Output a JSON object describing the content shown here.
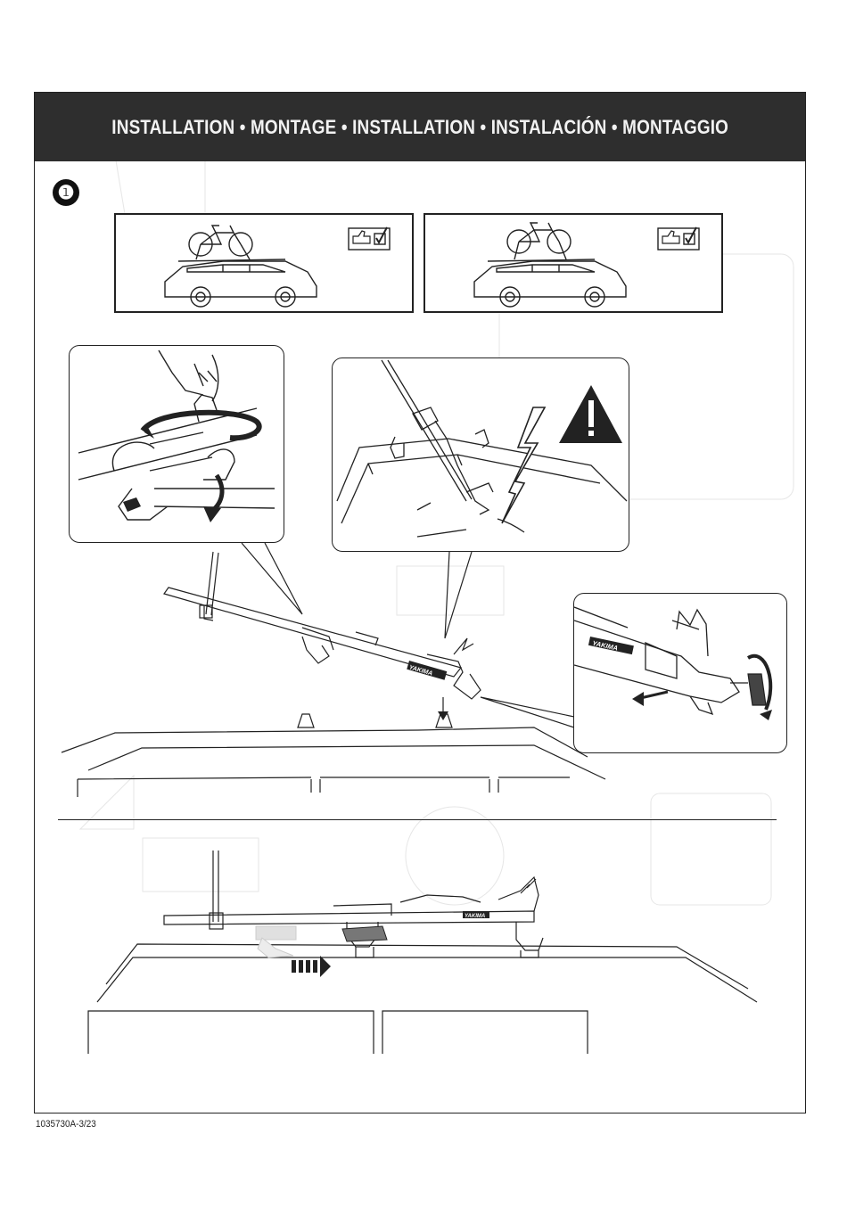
{
  "header": {
    "title": "INSTALLATION • MONTAGE • INSTALLATION • INSTALACIÓN • MONTAGGIO"
  },
  "step": {
    "number": "❶"
  },
  "brand": {
    "logo_text": "YAKIMA"
  },
  "footer": {
    "doc_code": "1035730A-3/23"
  },
  "icons": {
    "approved_check": "thumbs-up-check-icon",
    "warning": "warning-triangle-icon",
    "lightning": "lightning-icon"
  },
  "colors": {
    "header_bg": "#2e2e2e",
    "header_text": "#f2f2f2",
    "line": "#222222"
  }
}
